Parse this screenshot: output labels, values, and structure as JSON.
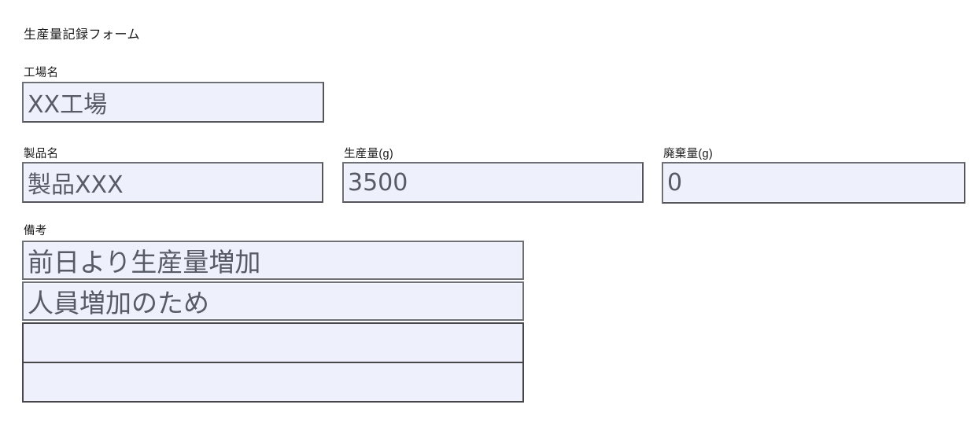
{
  "form": {
    "title": "生産量記録フォーム",
    "fields": {
      "factory": {
        "label": "工場名",
        "value": "XX工場"
      },
      "product": {
        "label": "製品名",
        "value": "製品XXX"
      },
      "production": {
        "label": "生産量(g)",
        "value": "3500"
      },
      "waste": {
        "label": "廃棄量(g)",
        "value": "0"
      },
      "remarks": {
        "label": "備考",
        "lines": [
          "前日より生産量増加",
          "人員増加のため",
          "",
          ""
        ]
      }
    }
  },
  "colors": {
    "input_background": "#eef1fb",
    "input_border_gray": "#6e7078",
    "input_border_dark": "#46464b",
    "input_text": "#575b64",
    "label_text": "#1a1a1a",
    "page_background": "#ffffff"
  }
}
